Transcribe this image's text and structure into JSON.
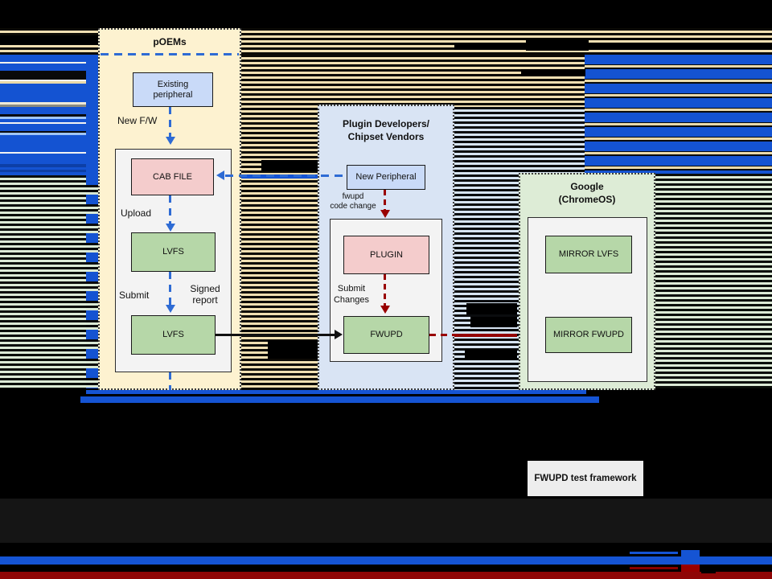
{
  "colors": {
    "accent_blue": "#1554d4",
    "dashed_blue": "#2e6bd4",
    "dark_red": "#990000",
    "panel_cream": "#fdf2d0",
    "panel_blue": "#d9e4f4",
    "panel_green": "#ddecd6",
    "node_pink": "#f4cccc",
    "node_green": "#b6d7a8",
    "node_blue": "#c9daf8",
    "container_gray": "#f3f3f3"
  },
  "poems_panel": {
    "title": "pOEMs",
    "existing_peripheral": "Existing peripheral",
    "new_fw_label": "New F/W",
    "cab_file": "CAB FILE",
    "upload_label": "Upload",
    "lvfs_upper": "LVFS",
    "submit_label": "Submit",
    "signed_report_label": "Signed report",
    "lvfs_lower": "LVFS"
  },
  "plugin_panel": {
    "title_line1": "Plugin Developers/",
    "title_line2": "Chipset Vendors",
    "new_peripheral": "New Peripheral",
    "fwupd_code_change_line1": "fwupd",
    "fwupd_code_change_line2": "code change",
    "plugin": "PLUGIN",
    "submit_changes_line1": "Submit",
    "submit_changes_line2": "Changes",
    "fwupd": "FWUPD"
  },
  "google_panel": {
    "title_line1": "Google",
    "title_line2": "(ChromeOS)",
    "mirror_lvfs": "MIRROR LVFS",
    "mirror_fwupd": "MIRROR FWUPD"
  },
  "test_framework": {
    "label": "FWUPD test framework"
  }
}
